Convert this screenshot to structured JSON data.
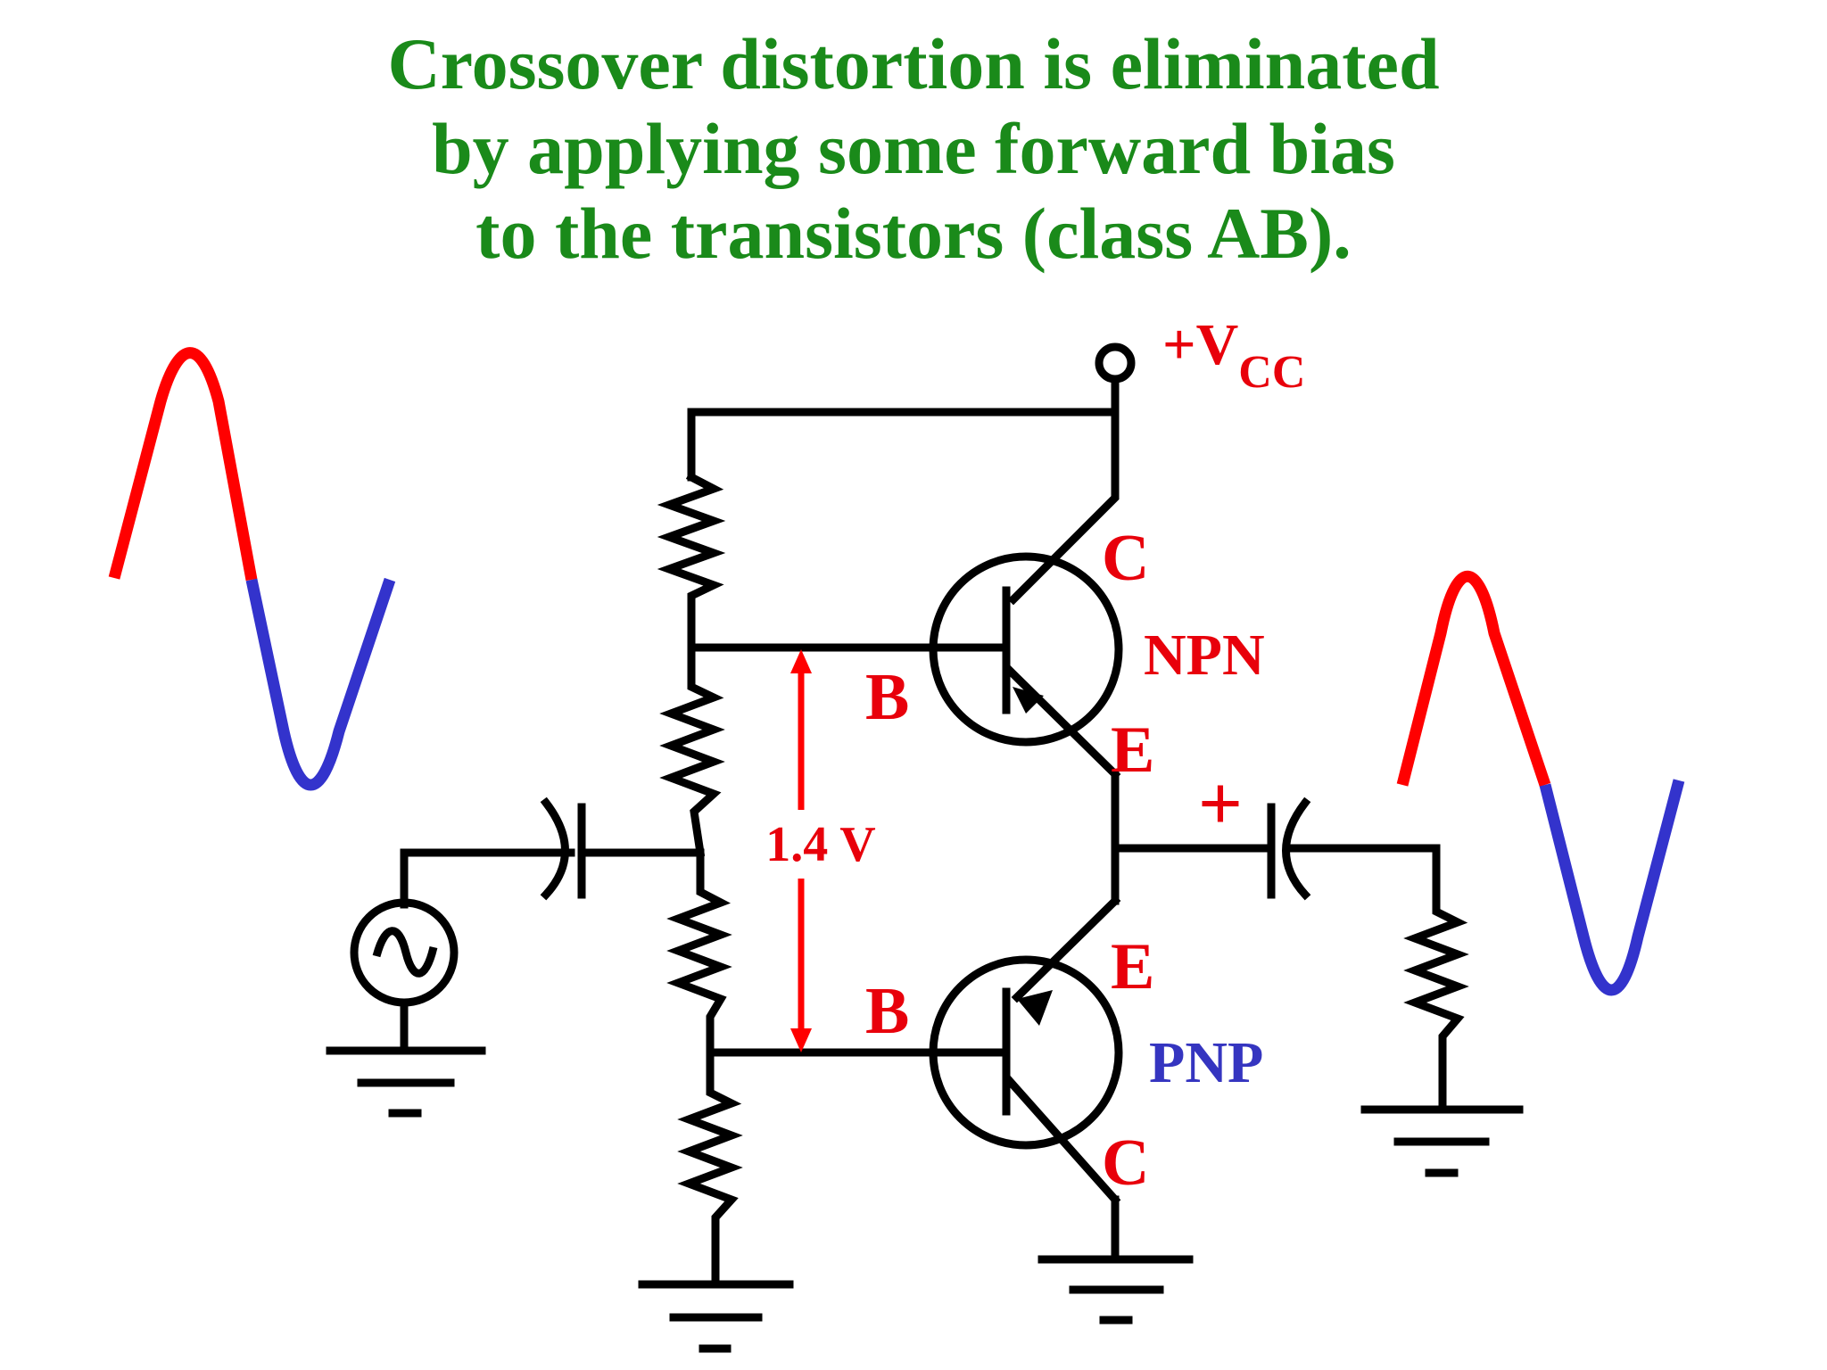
{
  "title": {
    "line1": "Crossover distortion is eliminated",
    "line2": "by applying some forward bias",
    "line3": "to the transistors (class AB)."
  },
  "labels": {
    "vcc_prefix": "+V",
    "vcc_sub": "CC",
    "npn_collector": "C",
    "npn_base": "B",
    "npn_emitter": "E",
    "npn_type": "NPN",
    "pnp_emitter": "E",
    "pnp_base": "B",
    "pnp_collector": "C",
    "pnp_type": "PNP",
    "bias_voltage": "1.4 V",
    "cap_polarity": "+",
    "ground_minus": "-"
  },
  "colors": {
    "title": "#1a8a1a",
    "label_red": "#e8000b",
    "label_blue": "#3535c0",
    "wave_positive": "#ff0000",
    "wave_negative": "#3333cc",
    "wire": "#000000"
  },
  "icons": {
    "signal_source": "ac-source-icon",
    "ground": "ground-icon",
    "resistor": "resistor-icon",
    "capacitor": "capacitor-icon",
    "transistor": "bjt-icon"
  }
}
